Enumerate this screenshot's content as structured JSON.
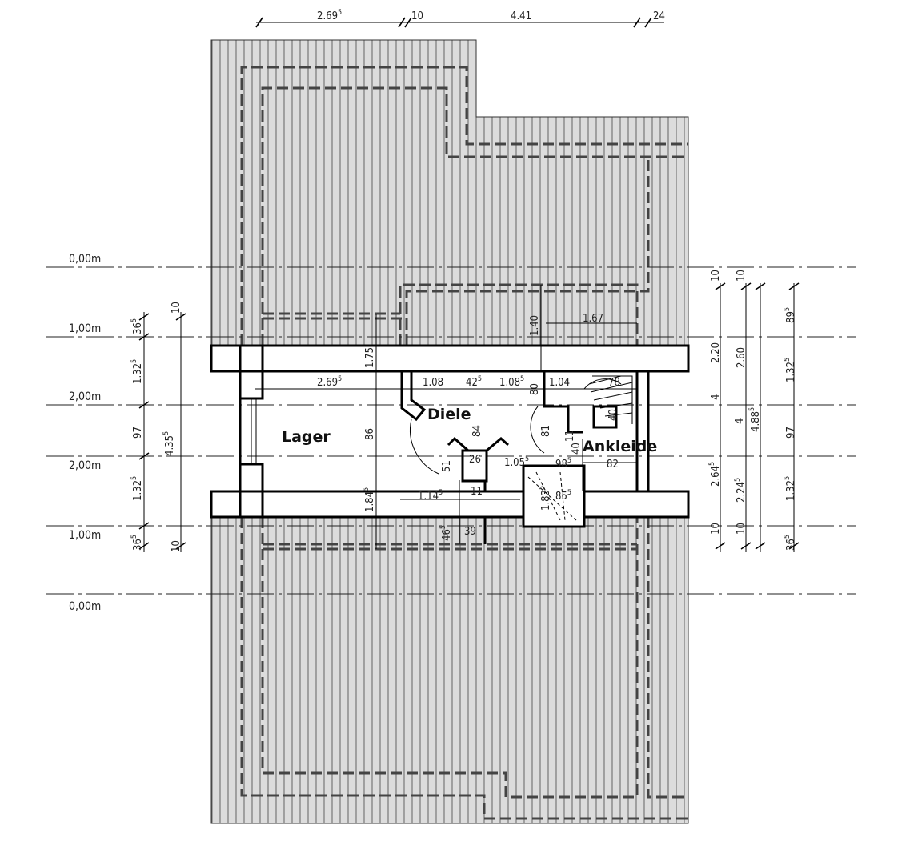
{
  "plan": {
    "rooms": [
      {
        "id": "lager",
        "label": "Lager"
      },
      {
        "id": "diele",
        "label": "Diele"
      },
      {
        "id": "ankleide",
        "label": "Ankleide"
      }
    ],
    "levels": [
      {
        "label": "0,00m"
      },
      {
        "label": "1,00m"
      },
      {
        "label": "2,00m"
      },
      {
        "label": "2,00m"
      },
      {
        "label": "1,00m"
      },
      {
        "label": "0,00m"
      }
    ],
    "top_dims": [
      {
        "text": "2.69",
        "sup": "5"
      },
      {
        "text": "10",
        "sup": ""
      },
      {
        "text": "4.41",
        "sup": ""
      },
      {
        "text": "24",
        "sup": ""
      }
    ],
    "left_dims_a": [
      {
        "text": "36",
        "sup": "5"
      },
      {
        "text": "1.32",
        "sup": "5"
      },
      {
        "text": "97",
        "sup": ""
      },
      {
        "text": "1.32",
        "sup": "5"
      },
      {
        "text": "36",
        "sup": "5"
      }
    ],
    "left_dims_b": [
      {
        "text": "10",
        "sup": ""
      },
      {
        "text": "4.35",
        "sup": "5"
      },
      {
        "text": "10",
        "sup": ""
      }
    ],
    "right_dims_a": [
      {
        "text": "10",
        "sup": ""
      },
      {
        "text": "2.20",
        "sup": ""
      },
      {
        "text": "4",
        "sup": ""
      },
      {
        "text": "2.64",
        "sup": "5"
      },
      {
        "text": "10",
        "sup": ""
      }
    ],
    "right_dims_b": [
      {
        "text": "10",
        "sup": ""
      },
      {
        "text": "2.60",
        "sup": ""
      },
      {
        "text": "4",
        "sup": ""
      },
      {
        "text": "2.24",
        "sup": "5"
      },
      {
        "text": "10",
        "sup": ""
      }
    ],
    "right_dims_c": [
      {
        "text": "4.88",
        "sup": "5"
      }
    ],
    "right_dims_d": [
      {
        "text": "89",
        "sup": "5"
      },
      {
        "text": "1.32",
        "sup": "5"
      },
      {
        "text": "97",
        "sup": ""
      },
      {
        "text": "1.32",
        "sup": "5"
      },
      {
        "text": "36",
        "sup": "5"
      }
    ],
    "inner_dims": [
      {
        "text": "2.69",
        "sup": "5"
      },
      {
        "text": "1.08",
        "sup": ""
      },
      {
        "text": "42",
        "sup": "5"
      },
      {
        "text": "1.08",
        "sup": "5"
      },
      {
        "text": "1.04",
        "sup": ""
      },
      {
        "text": "1.67",
        "sup": ""
      },
      {
        "text": "1.40",
        "sup": ""
      },
      {
        "text": "1.75",
        "sup": ""
      },
      {
        "text": "86",
        "sup": ""
      },
      {
        "text": "1.84",
        "sup": "5"
      },
      {
        "text": "84",
        "sup": ""
      },
      {
        "text": "80",
        "sup": ""
      },
      {
        "text": "81",
        "sup": ""
      },
      {
        "text": "51",
        "sup": ""
      },
      {
        "text": "26",
        "sup": ""
      },
      {
        "text": "1.05",
        "sup": "5"
      },
      {
        "text": "98",
        "sup": "5"
      },
      {
        "text": "82",
        "sup": ""
      },
      {
        "text": "1.14",
        "sup": "5"
      },
      {
        "text": "11",
        "sup": ""
      },
      {
        "text": "46",
        "sup": "5"
      },
      {
        "text": "39",
        "sup": ""
      },
      {
        "text": "1.83",
        "sup": "5"
      },
      {
        "text": "85",
        "sup": "5"
      },
      {
        "text": "78",
        "sup": ""
      },
      {
        "text": "40",
        "sup": ""
      },
      {
        "text": "40",
        "sup": ""
      },
      {
        "text": "11",
        "sup": ""
      }
    ]
  }
}
